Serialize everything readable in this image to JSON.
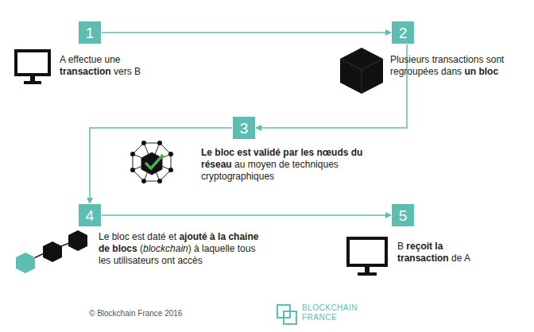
{
  "diagram": {
    "nodes": [
      {
        "text": [
          "1"
        ]
      },
      {
        "text": [
          "2"
        ]
      },
      {
        "text": [
          "3"
        ]
      },
      {
        "text": [
          "4"
        ]
      },
      {
        "text": [
          "5"
        ]
      }
    ],
    "edges": [
      {
        "from": 0,
        "to": 1,
        "arrow": "to"
      },
      {
        "from": 1,
        "to": 2,
        "arrow": "to"
      },
      {
        "from": 2,
        "to": 3,
        "arrow": "to"
      },
      {
        "from": 3,
        "to": 4,
        "arrow": "to"
      }
    ],
    "labels": [
      "A effectue une",
      "transaction",
      "vers B",
      "Plusieurs transactions sont regroupées dans",
      "un bloc",
      "Le bloc est validé par les nœuds du réseau",
      "au moyen de techniques cryptographiques",
      "Le bloc est daté et",
      "ajouté à la chaine de blocs",
      "(",
      "blockchain",
      ") à laquelle tous les utilisateurs ont accès",
      "B",
      "reçoit la transaction",
      "de A",
      "© Blockchain France 2016",
      "BLOCKCHAIN",
      "FRANCE"
    ]
  }
}
